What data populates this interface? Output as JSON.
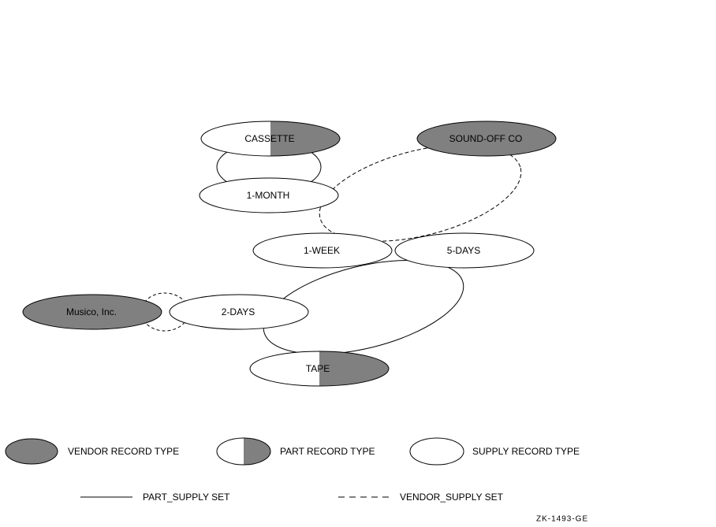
{
  "colors": {
    "vendor_fill": "#808080",
    "supply_fill": "#ffffff",
    "stroke": "#000000"
  },
  "nodes": {
    "cassette": "CASSETTE",
    "sound_off_co": "SOUND-OFF CO",
    "one_month": "1-MONTH",
    "one_week": "1-WEEK",
    "five_days": "5-DAYS",
    "musico": "Musico, Inc.",
    "two_days": "2-DAYS",
    "tape": "TAPE"
  },
  "legend": {
    "vendor": "VENDOR RECORD TYPE",
    "part": "PART RECORD TYPE",
    "supply": "SUPPLY RECORD TYPE",
    "part_supply_set": "PART_SUPPLY SET",
    "vendor_supply_set": "VENDOR_SUPPLY SET"
  },
  "figure_code": "ZK-1493-GE"
}
